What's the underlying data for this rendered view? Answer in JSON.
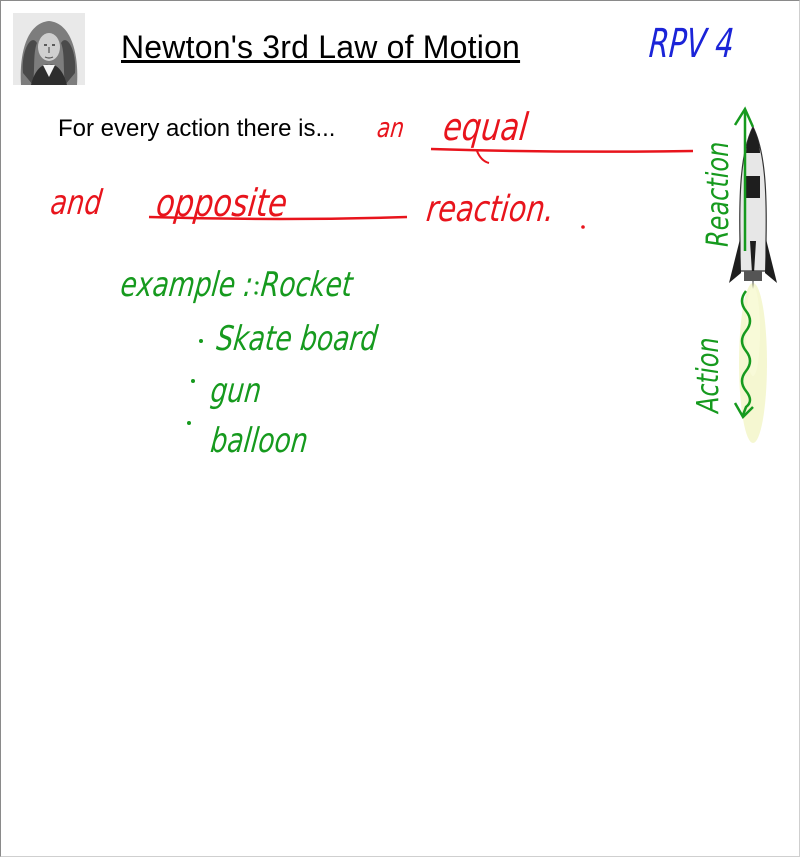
{
  "header": {
    "title": "Newton's 3rd Law of Motion",
    "portrait_icon": "isaac-newton-portrait"
  },
  "tag": "RPV 4",
  "statement": {
    "prompt": "For every action there is...",
    "answer_an": "an",
    "answer_equal": "equal",
    "answer_and": "and",
    "answer_opposite": "opposite",
    "answer_reaction": "reaction."
  },
  "examples": {
    "heading": "example : Rocket",
    "items": [
      "Skate board",
      "gun",
      "balloon"
    ]
  },
  "rocket_diagram": {
    "reaction_label": "Reaction",
    "action_label": "Action",
    "icon": "rocket-icon"
  },
  "colors": {
    "red_ink": "#e8141c",
    "green_ink": "#169a1e",
    "blue_ink": "#1b24d8"
  }
}
